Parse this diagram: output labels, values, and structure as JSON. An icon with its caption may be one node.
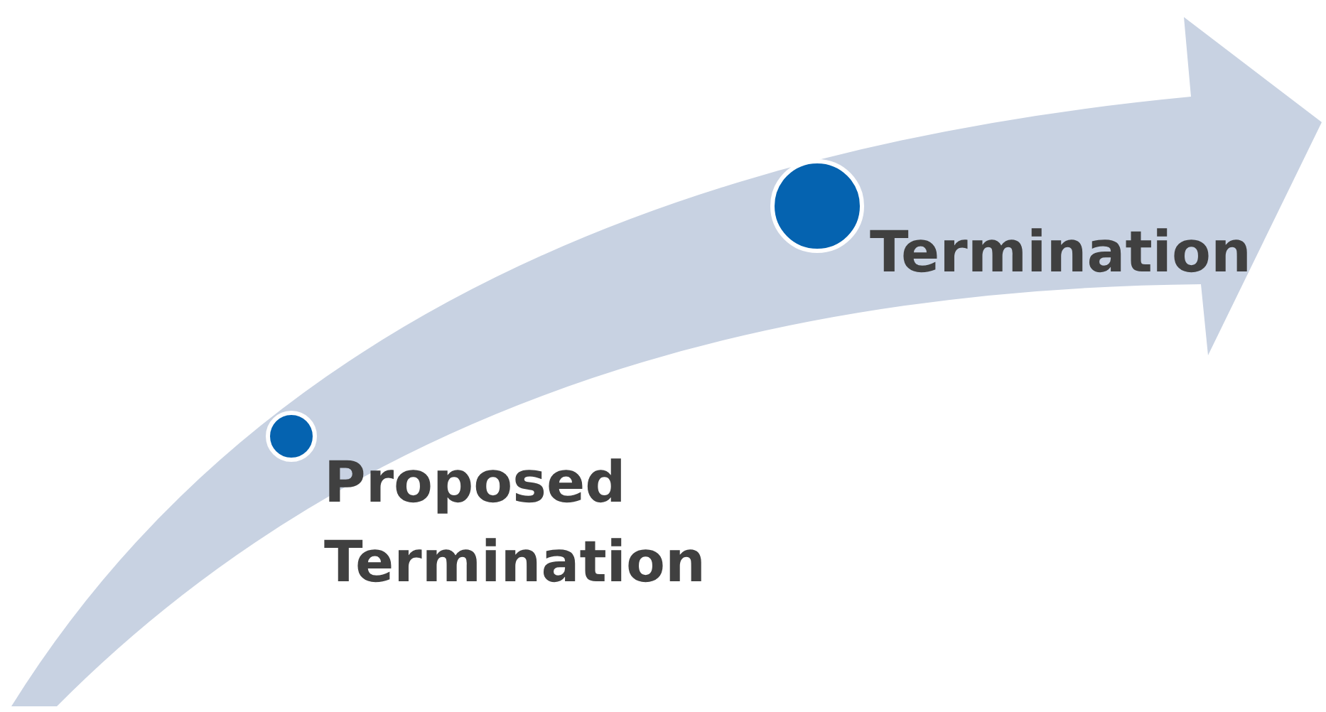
{
  "diagram": {
    "nodes": [
      {
        "text": [],
        "shape": "circle",
        "beside": [
          "Proposed Termination"
        ]
      },
      {
        "text": [],
        "shape": "circle",
        "beside": [
          "Termination"
        ]
      }
    ]
  }
}
